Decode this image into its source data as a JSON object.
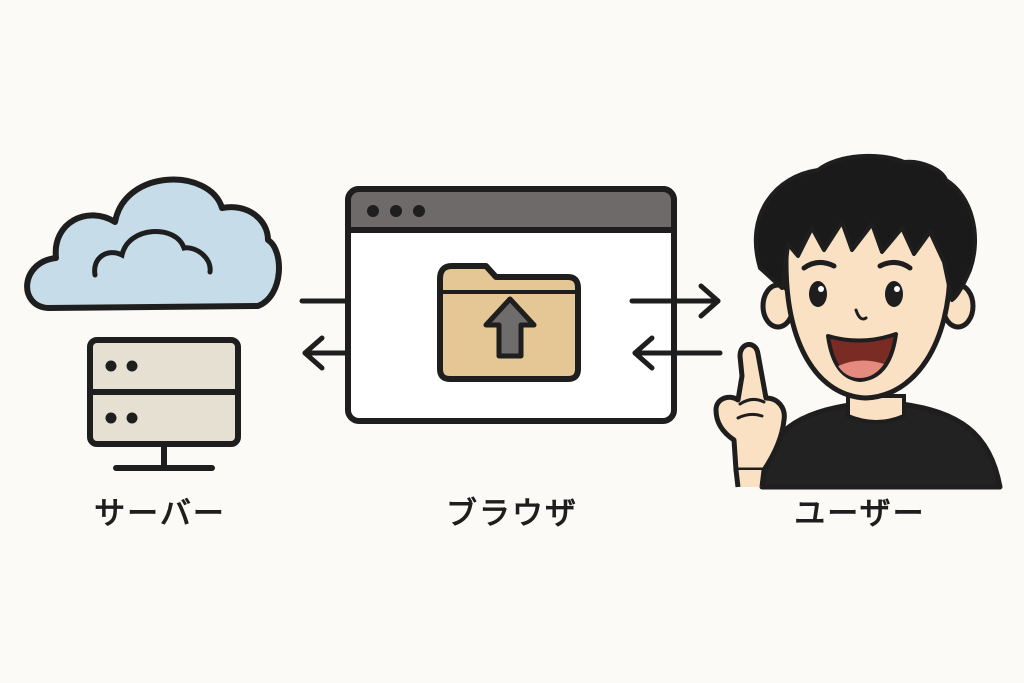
{
  "labels": {
    "server": "サーバー",
    "browser": "ブラウザ",
    "user": "ユーザー"
  },
  "icons": {
    "cloud": "cloud-icon",
    "server": "server-rack-icon",
    "browser": "browser-window-icon",
    "upload_folder": "folder-upload-icon",
    "user": "user-avatar-illustration"
  },
  "colors": {
    "background": "#fbfaf7",
    "outline": "#1e1e1e",
    "cloud_fill": "#c6dde9",
    "server_fill": "#e6e0d3",
    "titlebar_fill": "#6d6a69",
    "folder_fill": "#e5c795",
    "upload_arrow_fill": "#6f6c6c",
    "skin_fill": "#fbe1c4",
    "shirt_fill": "#222222"
  }
}
